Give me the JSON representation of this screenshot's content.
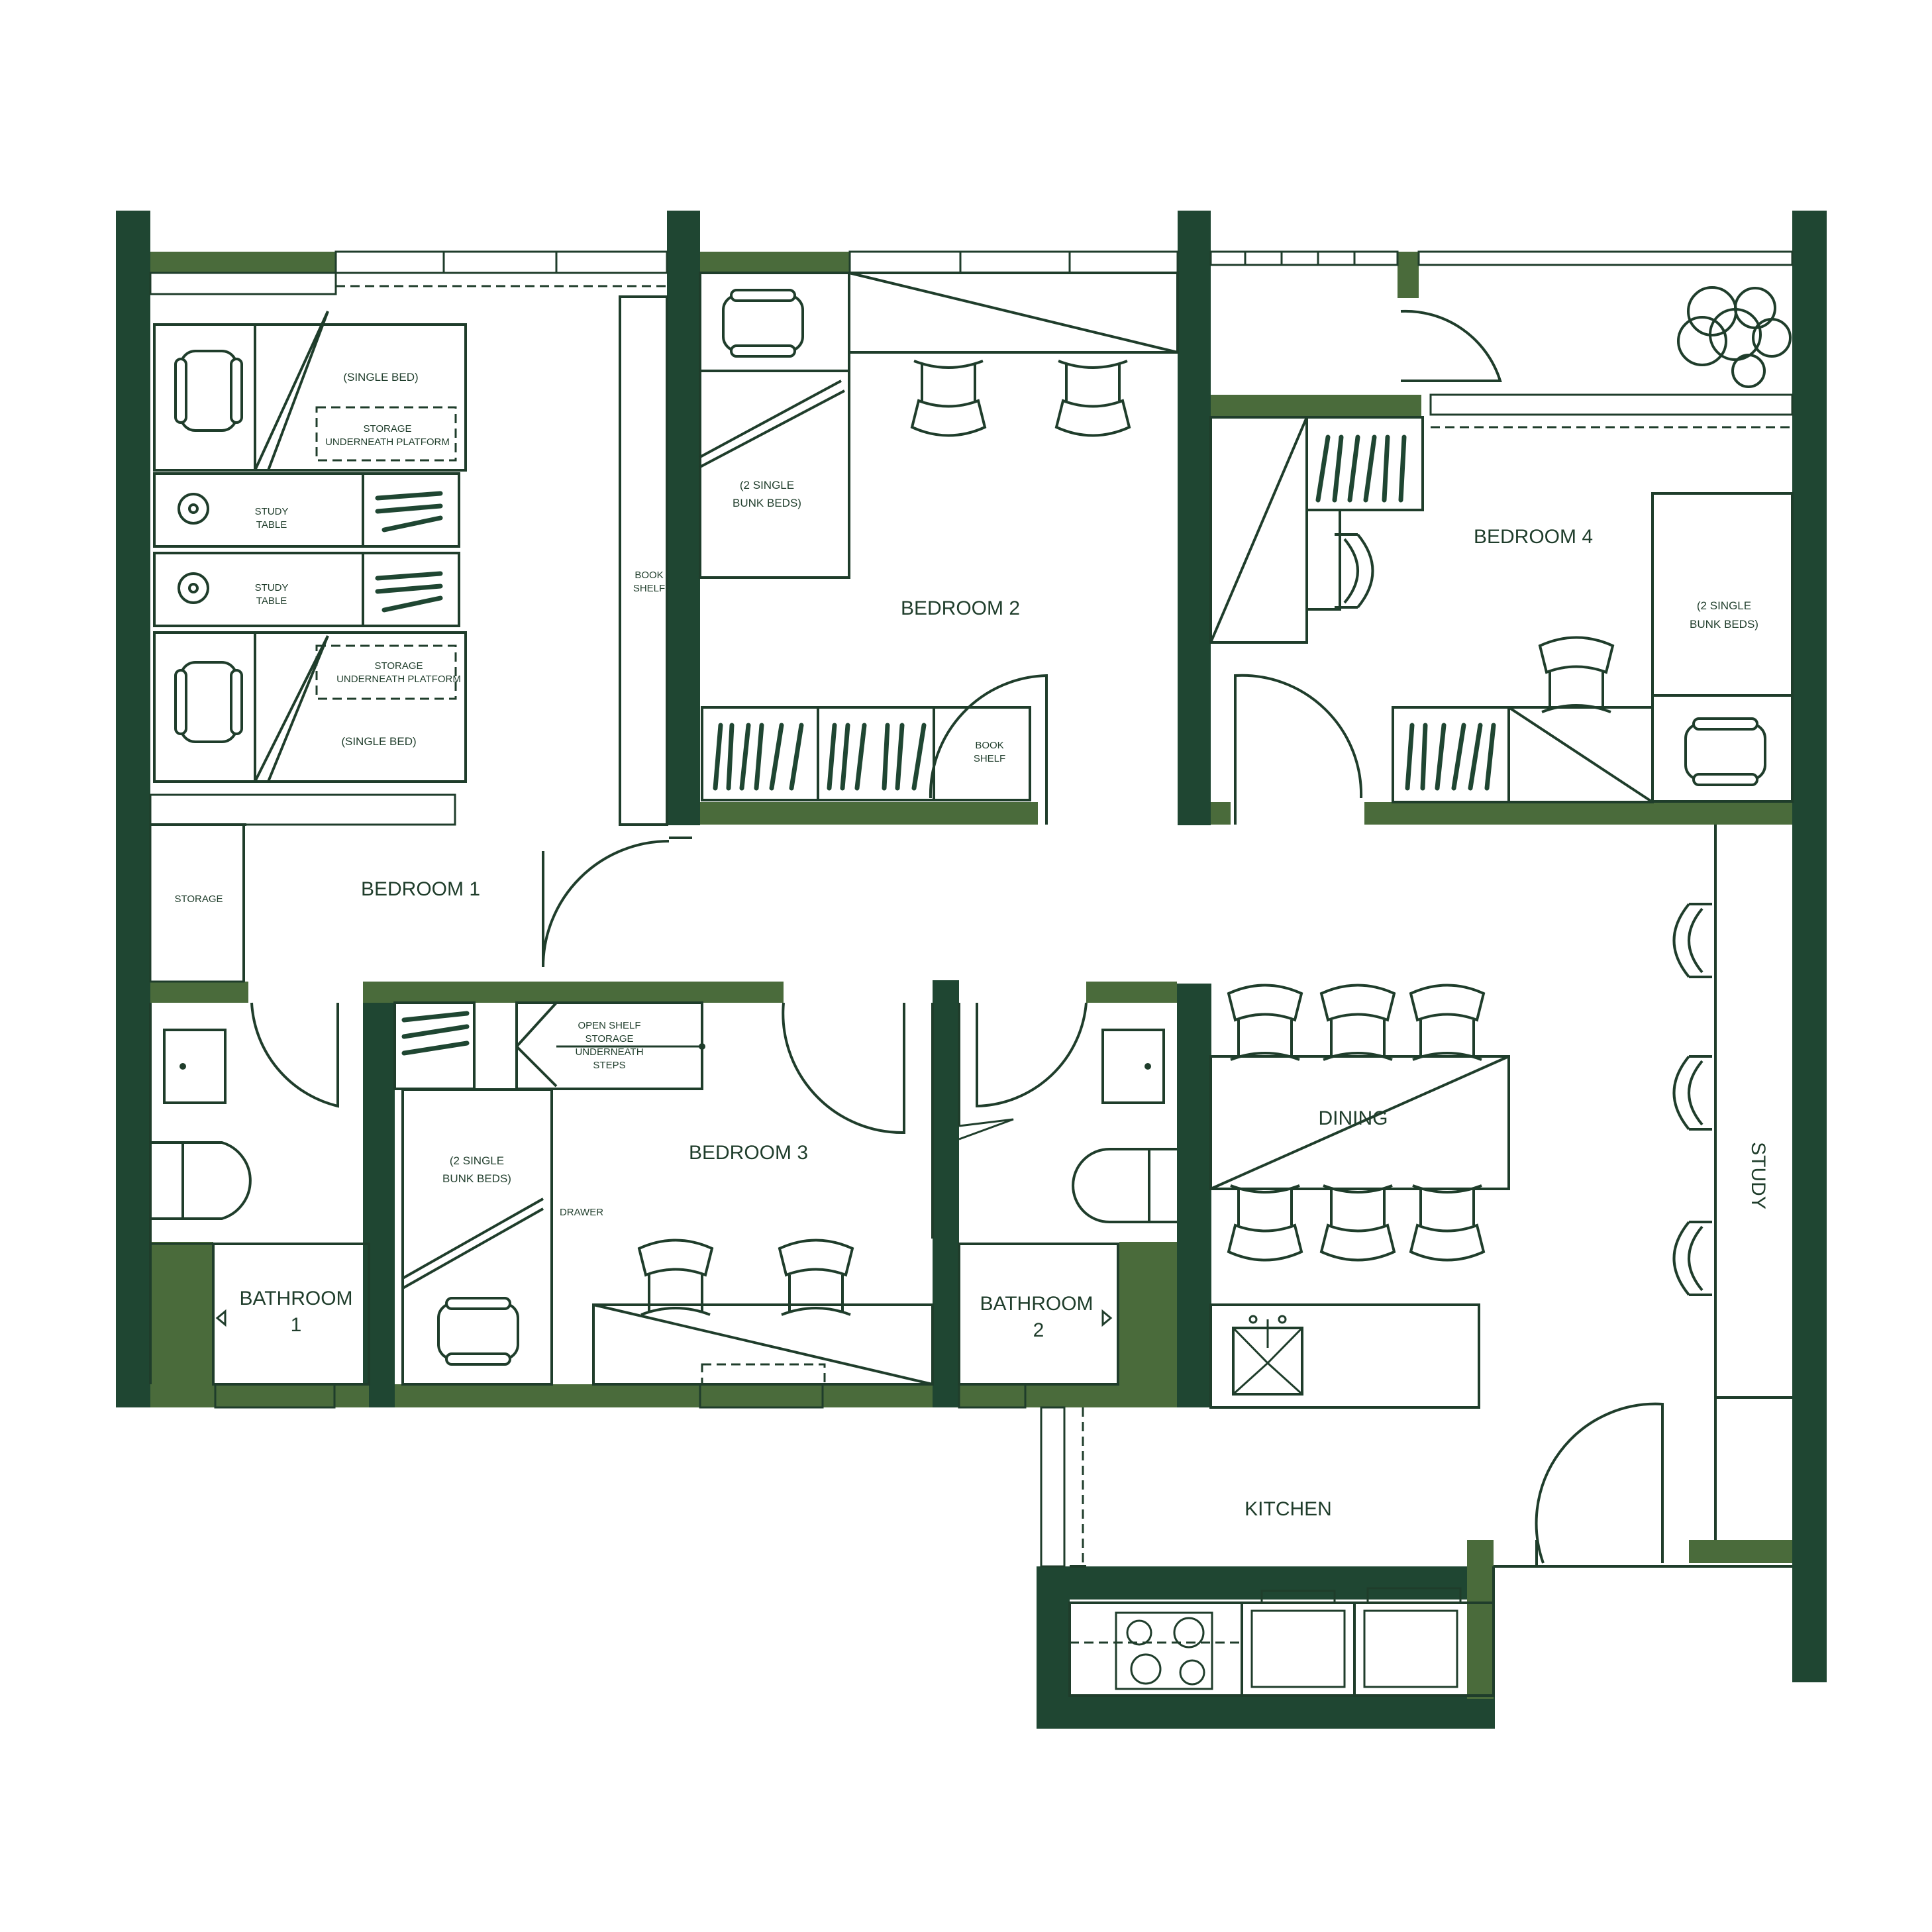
{
  "colors": {
    "wall": "#1f4632",
    "wall_band": "#4a6b3b",
    "line": "#1f3d2b",
    "background": "#ffffff"
  },
  "rooms": {
    "bedroom1": "BEDROOM 1",
    "bedroom2": "BEDROOM 2",
    "bedroom3": "BEDROOM 3",
    "bedroom4": "BEDROOM 4",
    "bathroom1_line1": "BATHROOM",
    "bathroom1_line2": "1",
    "bathroom2_line1": "BATHROOM",
    "bathroom2_line2": "2",
    "dining": "DINING",
    "kitchen": "KITCHEN",
    "study": "STUDY"
  },
  "labels": {
    "single_bed": "(SINGLE BED)",
    "storage_platform_line1": "STORAGE",
    "storage_platform_line2": "UNDERNEATH PLATFORM",
    "study_table_line1": "STUDY",
    "study_table_line2": "TABLE",
    "bunk_line1": "(2 SINGLE",
    "bunk_line2": "BUNK BEDS)",
    "book_shelf_line1": "BOOK",
    "book_shelf_line2": "SHELF",
    "storage": "STORAGE",
    "open_shelf_line1": "OPEN SHELF",
    "open_shelf_line2": "STORAGE",
    "open_shelf_line3": "UNDERNEATH",
    "open_shelf_line4": "STEPS",
    "drawer": "DRAWER"
  }
}
